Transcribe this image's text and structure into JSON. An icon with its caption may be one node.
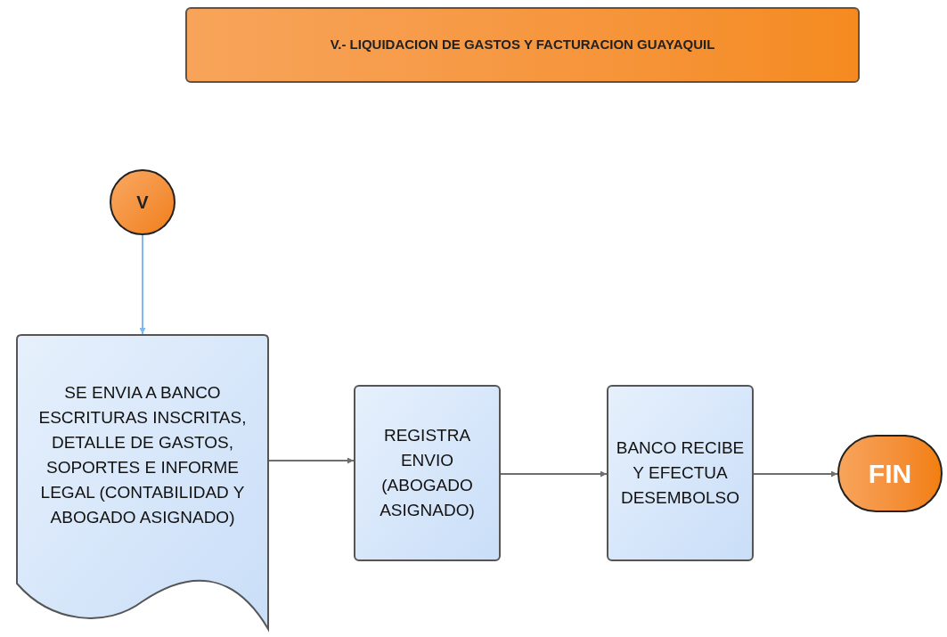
{
  "diagram": {
    "nodes": [
      {
        "text": [
          "V.- LIQUIDACION DE GASTOS Y FACTURACION GUAYAQUIL"
        ]
      },
      {
        "text": [
          "V"
        ]
      },
      {
        "text": [
          "SE ENVIA A BANCO ESCRITURAS INSCRITAS, DETALLE DE GASTOS, SOPORTES E INFORME LEGAL (CONTABILIDAD Y ABOGADO ASIGNADO)"
        ]
      },
      {
        "text": [
          "REGISTRA ENVIO (ABOGADO ASIGNADO)"
        ]
      },
      {
        "text": [
          "BANCO RECIBE Y EFECTUA DESEMBOLSO"
        ]
      },
      {
        "text": [
          "FIN"
        ]
      }
    ],
    "edges": [
      {
        "from": 1,
        "to": 2,
        "arrow": "to",
        "color": "#7fb8f0"
      },
      {
        "from": 2,
        "to": 3,
        "arrow": "to"
      },
      {
        "from": 3,
        "to": 4,
        "arrow": "to"
      },
      {
        "from": 4,
        "to": 5,
        "arrow": "to"
      }
    ]
  }
}
